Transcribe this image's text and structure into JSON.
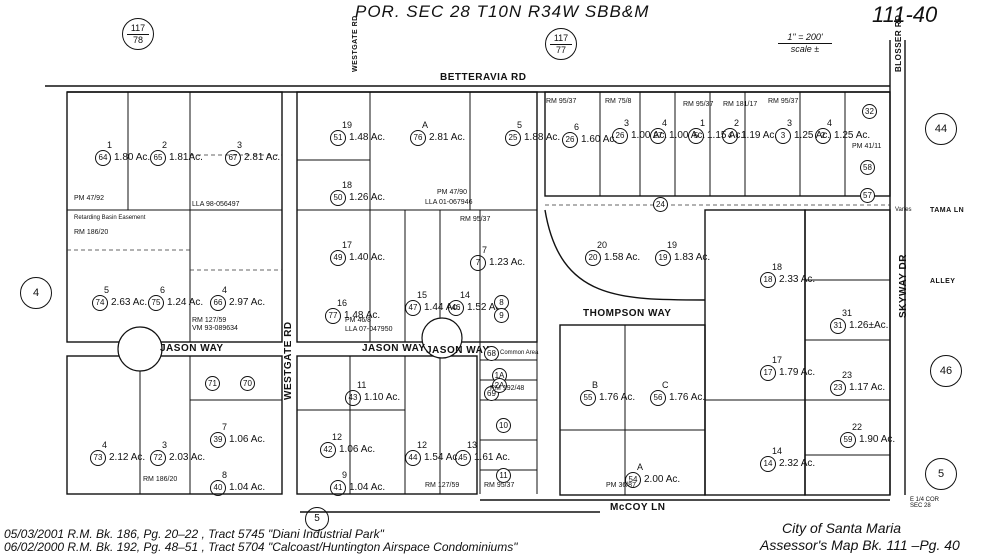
{
  "header": {
    "title": "POR. SEC 28 T10N R34W SBB&M",
    "map_number": "111-40",
    "scale_line1": "1\" = 200'",
    "scale_line2": "scale ±"
  },
  "page_refs": {
    "top_left_top": "117",
    "top_left_bottom": "78",
    "top_mid_top": "117",
    "top_mid_bottom": "77",
    "left_book": "4",
    "right_44": "44",
    "right_46": "46",
    "bottom_5": "5",
    "bottom_right_5": "5"
  },
  "streets": {
    "betteravia": "BETTERAVIA RD",
    "westgate_top": "WESTGATE RD",
    "westgate_mid": "WESTGATE RD",
    "blosser": "BLOSSER RD",
    "jason_left": "JASON WAY",
    "jason_mid": "JASON WAY",
    "jason_right": "JASON WAY",
    "thompson": "THOMPSON WAY",
    "skyway": "SKYWAY DR",
    "mccoy": "McCOY LN",
    "tama": "TAMA LN",
    "alley": "ALLEY"
  },
  "parcels": [
    {
      "n": "64",
      "ac": "1.80 Ac.",
      "lot": "1"
    },
    {
      "n": "65",
      "ac": "1.81Ac.",
      "lot": "2"
    },
    {
      "n": "67",
      "ac": "2.81 Ac.",
      "lot": "3"
    },
    {
      "n": "51",
      "ac": "1.48 Ac.",
      "lot": "19"
    },
    {
      "n": "76",
      "ac": "2.81 Ac.",
      "lot": "A"
    },
    {
      "n": "25",
      "ac": "1.88 Ac.",
      "lot": "5"
    },
    {
      "n": "26",
      "ac": "1.60 Ac.",
      "lot": "6"
    },
    {
      "n": "26",
      "ac": "1.00 Ac.",
      "lot": "3"
    },
    {
      "n": "27",
      "ac": "1.00 Ac.",
      "lot": "4"
    },
    {
      "n": "5",
      "ac": "1.15 Ac.",
      "lot": "1"
    },
    {
      "n": "4",
      "ac": "1.19 Ac.",
      "lot": "2"
    },
    {
      "n": "3",
      "ac": "1.25 Ac.",
      "lot": "3"
    },
    {
      "n": "2",
      "ac": "1.25 Ac.",
      "lot": "4"
    },
    {
      "n": "50",
      "ac": "1.26 Ac.",
      "lot": "18"
    },
    {
      "n": "49",
      "ac": "1.40 Ac.",
      "lot": "17"
    },
    {
      "n": "7",
      "ac": "1.23 Ac.",
      "lot": "7"
    },
    {
      "n": "20",
      "ac": "1.58 Ac.",
      "lot": "20"
    },
    {
      "n": "19",
      "ac": "1.83 Ac.",
      "lot": "19"
    },
    {
      "n": "18",
      "ac": "2.33 Ac.",
      "lot": "18"
    },
    {
      "n": "74",
      "ac": "2.63 Ac.",
      "lot": "5"
    },
    {
      "n": "75",
      "ac": "1.24 Ac.",
      "lot": "6"
    },
    {
      "n": "66",
      "ac": "2.97 Ac.",
      "lot": "4"
    },
    {
      "n": "77",
      "ac": "1.48 Ac.",
      "lot": "16"
    },
    {
      "n": "47",
      "ac": "1.44 Ac.",
      "lot": "15"
    },
    {
      "n": "46",
      "ac": "1.52 Ac.",
      "lot": "14"
    },
    {
      "n": "31",
      "ac": "1.26±Ac.",
      "lot": "31"
    },
    {
      "n": "43",
      "ac": "1.10 Ac.",
      "lot": "11"
    },
    {
      "n": "55",
      "ac": "1.76 Ac.",
      "lot": "B"
    },
    {
      "n": "56",
      "ac": "1.76 Ac.",
      "lot": "C"
    },
    {
      "n": "17",
      "ac": "1.79 Ac.",
      "lot": "17"
    },
    {
      "n": "23",
      "ac": "1.17 Ac.",
      "lot": "23"
    },
    {
      "n": "73",
      "ac": "2.12 Ac.",
      "lot": "4"
    },
    {
      "n": "72",
      "ac": "2.03 Ac.",
      "lot": "3"
    },
    {
      "n": "39",
      "ac": "1.06 Ac.",
      "lot": "7"
    },
    {
      "n": "42",
      "ac": "1.06 Ac.",
      "lot": "12"
    },
    {
      "n": "44",
      "ac": "1.54 Ac.",
      "lot": "12"
    },
    {
      "n": "45",
      "ac": "1.61 Ac.",
      "lot": "13"
    },
    {
      "n": "54",
      "ac": "2.00 Ac.",
      "lot": "A"
    },
    {
      "n": "14",
      "ac": "2.32 Ac.",
      "lot": "14"
    },
    {
      "n": "59",
      "ac": "1.90 Ac.",
      "lot": "22"
    },
    {
      "n": "40",
      "ac": "1.04 Ac.",
      "lot": "8"
    },
    {
      "n": "41",
      "ac": "1.04 Ac.",
      "lot": "9"
    }
  ],
  "small_parcels": [
    "71",
    "70",
    "32",
    "58",
    "57",
    "8",
    "9",
    "10",
    "11",
    "24",
    "68",
    "69",
    "1A",
    "2A"
  ],
  "annotations": {
    "pm_47_92": "PM 47/92",
    "rm_186_20_a": "RM 186/20",
    "retarding": "Retarding Basin Easement",
    "lla_98": "LLA 98-056497",
    "rm_127_59": "RM 127/59",
    "vm_93": "VM 93-089634",
    "pm_47_90": "PM 47/90",
    "lla_01": "LLA 01-067946",
    "rm_95_37_a": "RM 95/37",
    "rm_95_37_b": "RM 95/37",
    "rm_75_8": "RM 75/8",
    "rm_95_37_c": "RM 95/37",
    "rm_181_17": "RM 181/17",
    "rm_95_37_d": "RM 95/37",
    "pm_41_11": "PM 41/11",
    "pm_46_8": "PM 46/8",
    "lla_07": "LLA 07-047950",
    "rm_186_20_b": "RM 186/20",
    "rm_127_59_b": "RM 127/59",
    "rm_95_37_e": "RM 95/37",
    "rm_192_48": "RM 192/48",
    "pm_36_87": "PM 36/87",
    "common_area": "Common Area",
    "varies": "Varies",
    "cor": "E 1/4 COR SEC 28"
  },
  "footer": {
    "line1": "05/03/2001  R.M. Bk. 186, Pg. 20–22 , Tract 5745 \"Diani Industrial Park\"",
    "line2": "06/02/2000  R.M. Bk. 192, Pg. 48–51 , Tract 5704 \"Calcoast/Huntington Airspace Condominiums\"",
    "city": "City of Santa Maria",
    "assessor": "Assessor's Map Bk. 111 –Pg. 40"
  },
  "colors": {
    "ink": "#111111",
    "paper": "#ffffff",
    "dash": "#333333"
  }
}
